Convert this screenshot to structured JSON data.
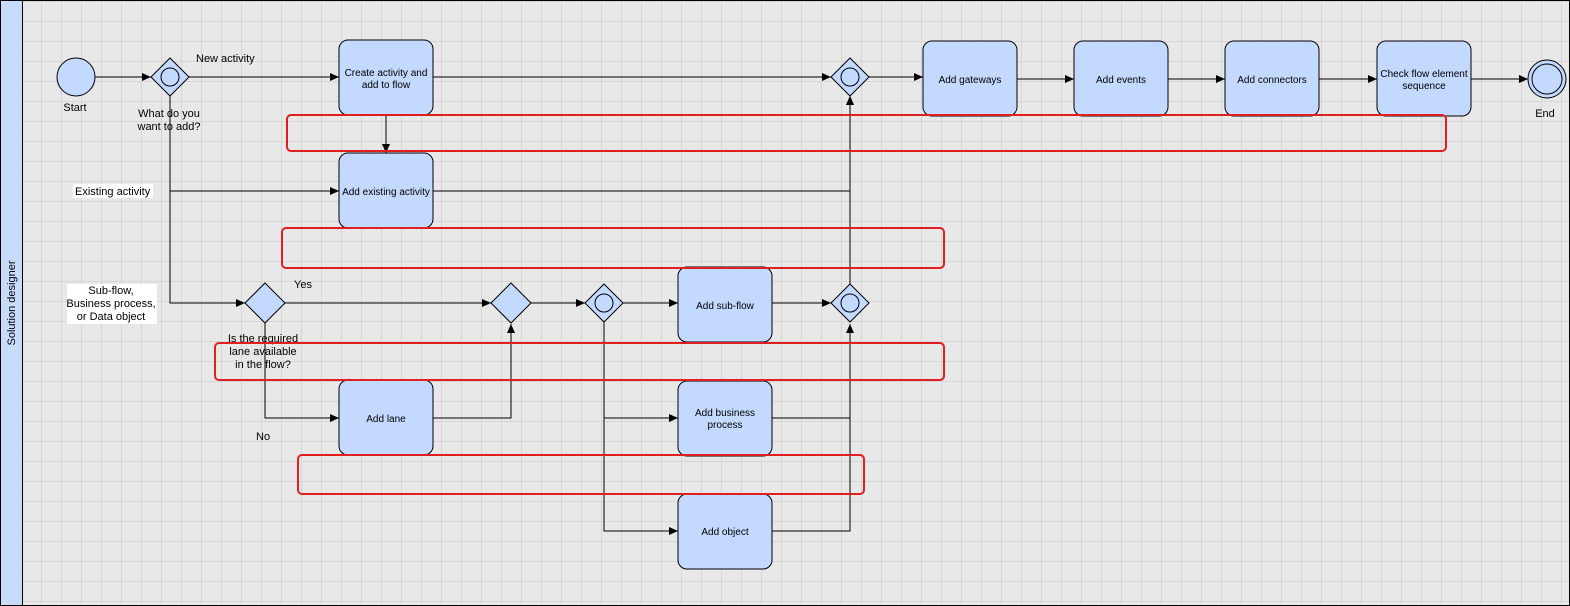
{
  "lane": {
    "title": "Solution designer"
  },
  "events": {
    "start": "Start",
    "end": "End"
  },
  "gateways": {
    "what_to_add": [
      "What do you",
      "want to add?"
    ],
    "lane_available": [
      "Is the required",
      "lane available",
      "in the flow?"
    ]
  },
  "branches": {
    "new_activity": "New activity",
    "existing_activity": "Existing activity",
    "subflow_bp_data": [
      "Sub-flow,",
      "Business process,",
      "or Data object"
    ],
    "yes": "Yes",
    "no": "No"
  },
  "tasks": {
    "create_activity": [
      "Create activity and",
      "add to flow"
    ],
    "add_existing_activity": [
      "Add existing activity"
    ],
    "add_gateways": [
      "Add gateways"
    ],
    "add_events": [
      "Add events"
    ],
    "add_connectors": [
      "Add connectors"
    ],
    "check_sequence": [
      "Check flow element",
      "sequence"
    ],
    "add_subflow": [
      "Add sub-flow"
    ],
    "add_lane": [
      "Add lane"
    ],
    "add_business_process": [
      "Add business",
      "process"
    ],
    "add_object": [
      "Add object"
    ]
  },
  "colors": {
    "task_fill": "#c3d9ff",
    "lane_header": "#c7dcfb",
    "highlight": "#e02020"
  }
}
